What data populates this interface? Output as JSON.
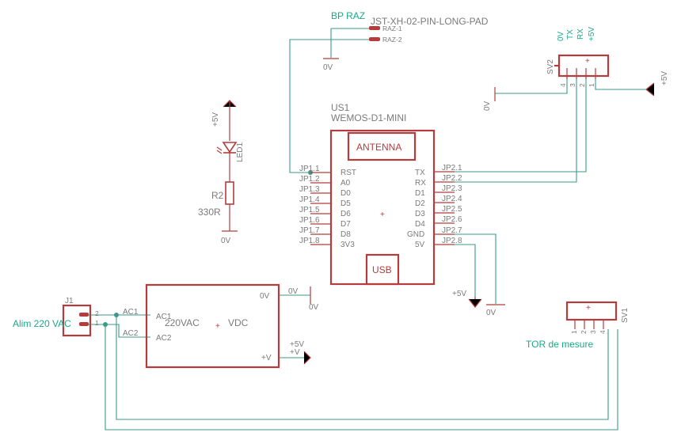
{
  "labels": {
    "bp_raz": "BP RAZ",
    "jst_part": "JST-XH-02-PIN-LONG-PAD",
    "raz1": "RAZ-1",
    "raz2": "RAZ-2",
    "ov_top": "0V",
    "sv2_0v": "0V",
    "sv2_tx": "TX",
    "sv2_rx": "RX",
    "sv2_5v": "+5V",
    "sv2_name": "SV2",
    "sv2_pins": [
      "4",
      "3",
      "2",
      "1"
    ],
    "sv2_gnd": "0V",
    "sv2_pwr": "+5V",
    "us1": "US1",
    "wemos": "WEMOS-D1-MINI",
    "antenna": "ANTENNA",
    "usb": "USB",
    "left_jp": [
      "JP1.1",
      "JP1.2",
      "JP1.3",
      "JP1.4",
      "JP1.5",
      "JP1.6",
      "JP1.7",
      "JP1.8"
    ],
    "left_pins": [
      "RST",
      "A0",
      "D0",
      "D5",
      "D6",
      "D7",
      "D8",
      "3V3"
    ],
    "right_jp": [
      "JP2.1",
      "JP2.2",
      "JP2.3",
      "JP2.4",
      "JP2.5",
      "JP2.6",
      "JP2.7",
      "JP2.8"
    ],
    "right_pins": [
      "TX",
      "RX",
      "D1",
      "D2",
      "D3",
      "D4",
      "GND",
      "5V"
    ],
    "led_pwr": "+5V",
    "led_name": "LED1",
    "r2": "R2",
    "r2_val": "330R",
    "r_gnd": "0V",
    "j1": "J1",
    "alim": "Alim 220 VAC",
    "j1_pin2": "2",
    "j1_pin1": "1",
    "ac1_net": "AC1",
    "ac2_net": "AC2",
    "ac1": "AC1",
    "ac2": "AC2",
    "conv_in": "220VAC",
    "conv_out": "VDC",
    "ov_pin": "0V",
    "pv_pin": "+V",
    "conv_ov_net": "0V",
    "conv_ov_gnd": "0V",
    "conv_5v": "+5V",
    "conv_5v_pin": "+V",
    "wemos_5v": "+5V",
    "wemos_gnd": "0V",
    "sv1": "SV1",
    "sv1_pins": [
      "1",
      "2",
      "3",
      "4"
    ],
    "tor": "TOR de mesure"
  }
}
